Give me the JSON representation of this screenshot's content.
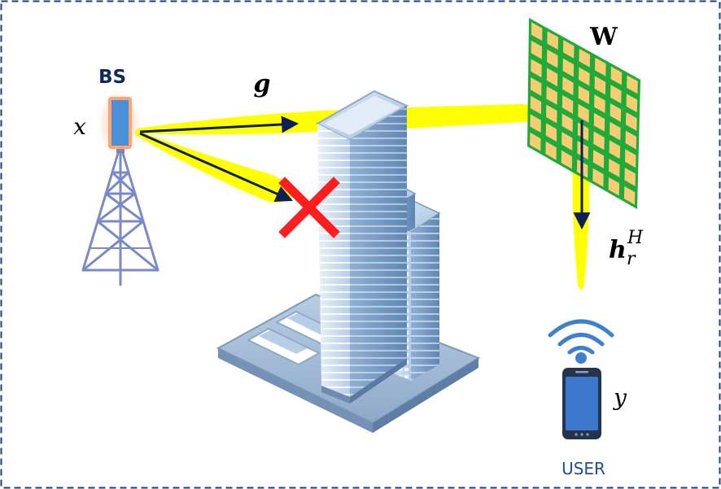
{
  "labels": {
    "bs": "BS",
    "x": "x",
    "g": "g",
    "w": "W",
    "h": "h",
    "h_sub": "r",
    "h_sup": "H",
    "y": "y",
    "user": "USER"
  },
  "colors": {
    "frame": "#1f3f7a",
    "beam": "#ffff00",
    "arrow": "#0d1f55",
    "blocked": "#ff1e1e",
    "ris_frame": "#1faa3a",
    "ris_cell": "#f6cc74",
    "tower": "#7a8ac8",
    "antenna": "#4a90d9",
    "wifi": "#3f7fd0",
    "phone": "#3d78cf",
    "building": "#9fbad6",
    "label_dark": "#0f2a5a",
    "label_user": "#1d4f9c"
  },
  "icons": [
    "base-station-tower-icon",
    "antenna-icon",
    "building-icon",
    "ris-panel-icon",
    "wifi-icon",
    "smartphone-icon",
    "blocked-cross-icon"
  ]
}
